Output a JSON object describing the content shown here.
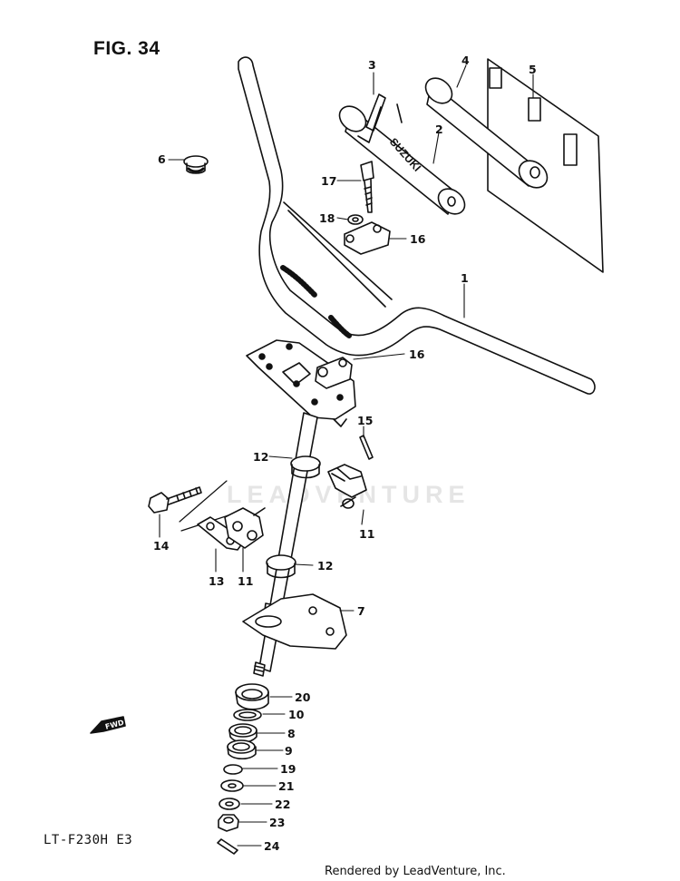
{
  "figure": {
    "title": "FIG. 34",
    "model": "LT-F230H E3"
  },
  "footer": "Rendered by LeadVenture, Inc.",
  "watermark": "LEADVENTURE",
  "brand_decal": "SUZUKI",
  "fwd_arrow": "FWD",
  "callouts": {
    "c1": "1",
    "c2": "2",
    "c3": "3",
    "c4": "4",
    "c5": "5",
    "c6": "6",
    "c7": "7",
    "c8": "8",
    "c9": "9",
    "c10": "10",
    "c11a": "11",
    "c11b": "11",
    "c12a": "12",
    "c12b": "12",
    "c13": "13",
    "c14": "14",
    "c15": "15",
    "c16a": "16",
    "c16b": "16",
    "c17": "17",
    "c18": "18",
    "c19": "19",
    "c20": "20",
    "c21": "21",
    "c22": "22",
    "c23": "23",
    "c24": "24"
  }
}
